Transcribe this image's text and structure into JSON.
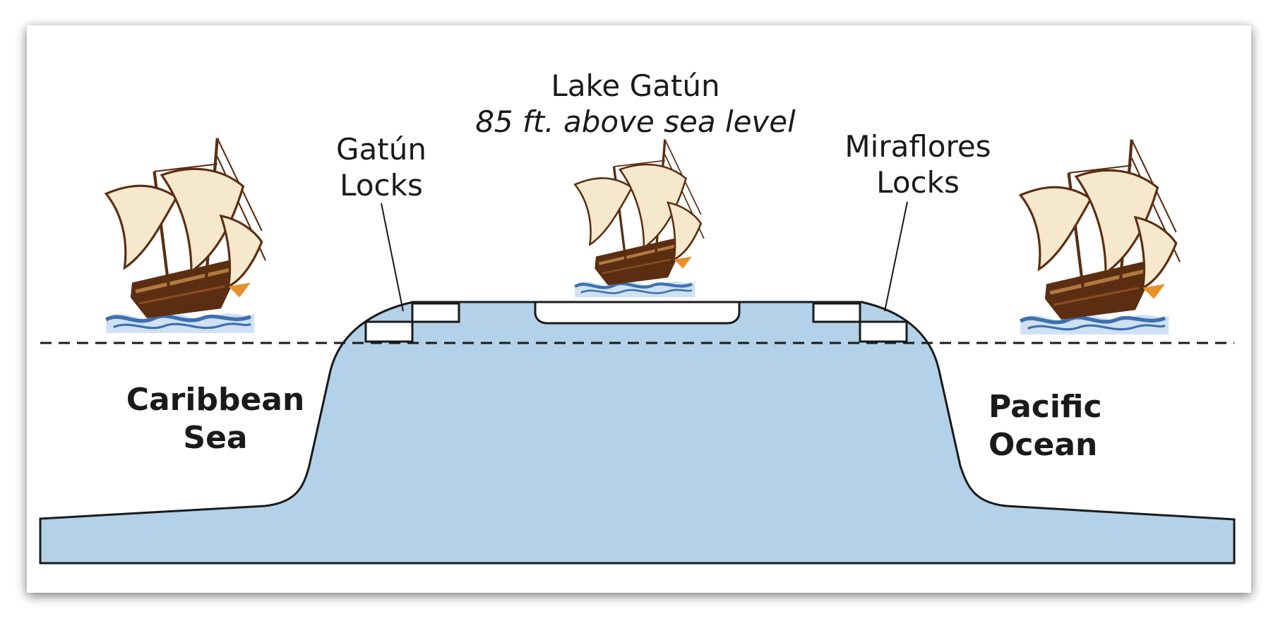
{
  "lake": {
    "name": "Lake Gatún",
    "elevation_note": "85 ft. above sea level"
  },
  "locks_left": {
    "line1": "Gatún",
    "line2": "Locks"
  },
  "locks_right": {
    "line1": "Miraflores",
    "line2": "Locks"
  },
  "sea_left": {
    "line1": "Caribbean",
    "line2": "Sea"
  },
  "sea_right": {
    "line1": "Pacific",
    "line2": "Ocean"
  },
  "colors": {
    "water": "#b3d1e8",
    "outline": "#1a1a1a",
    "panel": "#ffffff",
    "shadow": "#9a9a9a",
    "sail": "#f6e8cc",
    "hull": "#5b2e12",
    "wave": "#3b6fb0"
  },
  "icons": [
    "ship-icon"
  ]
}
